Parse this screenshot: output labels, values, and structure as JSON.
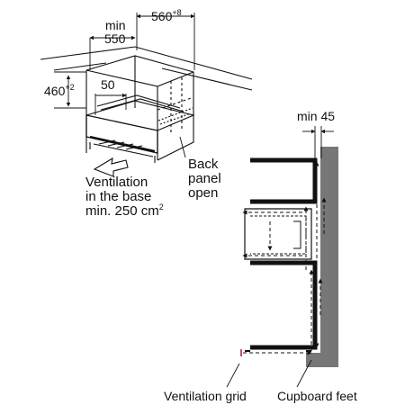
{
  "dimensions": {
    "width_min": "min",
    "width_min_value": "550",
    "depth_value": "560",
    "depth_tolerance": "+8",
    "height_value": "460",
    "height_tolerance": "+2",
    "base_gap": "50",
    "side_gap": "min 45"
  },
  "labels": {
    "back_panel_line1": "Back",
    "back_panel_line2": "panel",
    "back_panel_line3": "open",
    "ventilation_line1": "Ventilation",
    "ventilation_line2": "in the base",
    "ventilation_line3_prefix": "min. 250 cm",
    "ventilation_line3_sup": "2",
    "ventilation_grid": "Ventilation grid",
    "cupboard_feet": "Cupboard feet"
  }
}
